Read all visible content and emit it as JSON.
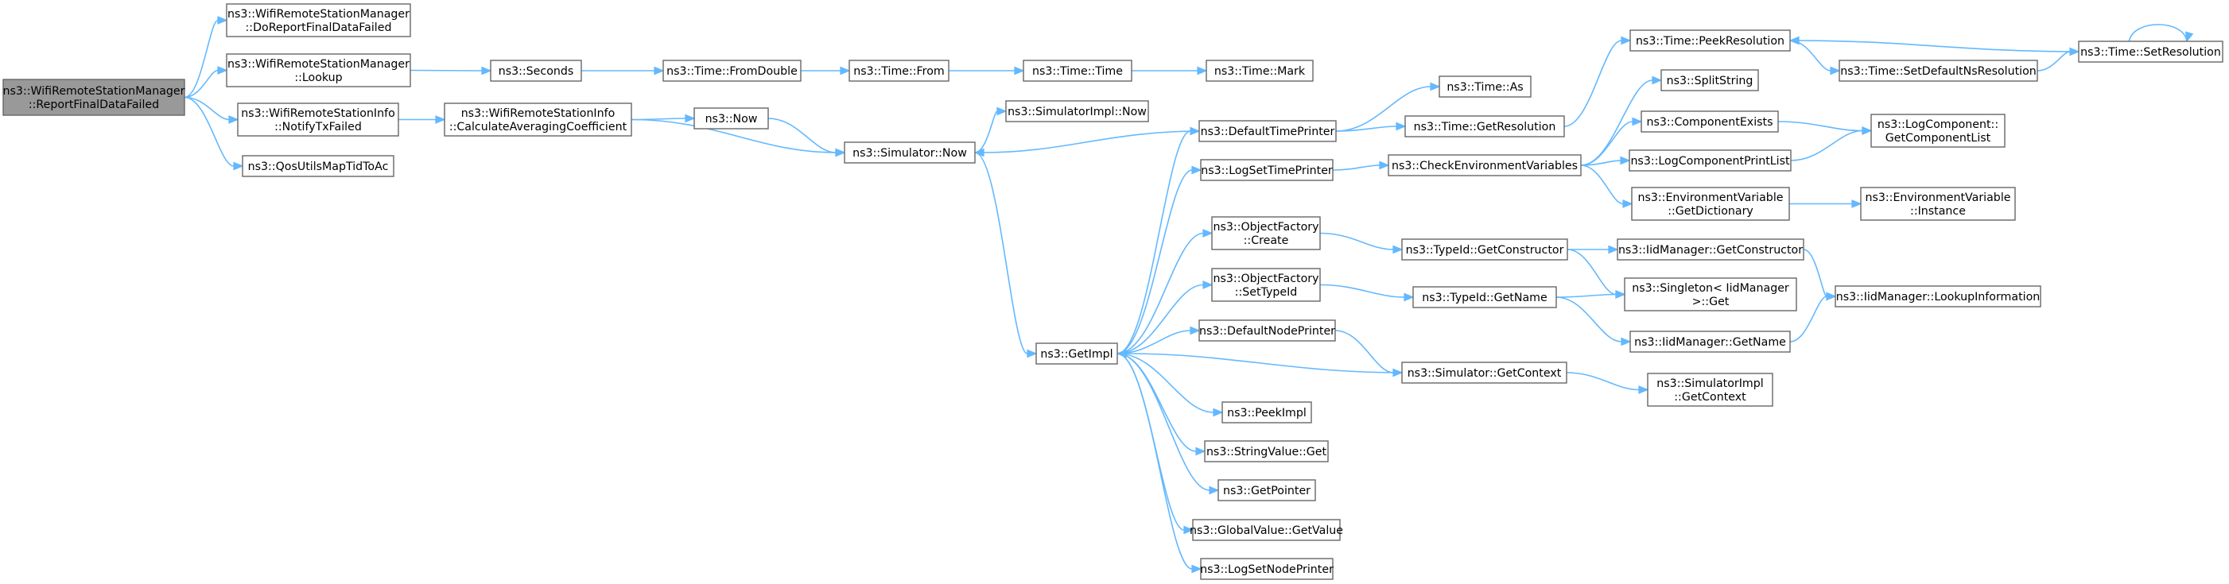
{
  "nodes": {
    "n0": [
      "ns3::WifiRemoteStationManager",
      "::ReportFinalDataFailed"
    ],
    "n1": [
      "ns3::WifiRemoteStationManager",
      "::DoReportFinalDataFailed"
    ],
    "n2": [
      "ns3::WifiRemoteStationManager",
      "::Lookup"
    ],
    "n3": [
      "ns3::WifiRemoteStationInfo",
      "::NotifyTxFailed"
    ],
    "n4": [
      "ns3::QosUtilsMapTidToAc"
    ],
    "n5": [
      "ns3::Seconds"
    ],
    "n6": [
      "ns3::Time::FromDouble"
    ],
    "n7": [
      "ns3::Time::From"
    ],
    "n8": [
      "ns3::Time::Time"
    ],
    "n9": [
      "ns3::Time::Mark"
    ],
    "n10": [
      "ns3::WifiRemoteStationInfo",
      "::CalculateAveragingCoefficient"
    ],
    "n11": [
      "ns3::Now"
    ],
    "n12": [
      "ns3::Simulator::Now"
    ],
    "n13": [
      "ns3::SimulatorImpl::Now"
    ],
    "n14": [
      "ns3::GetImpl"
    ],
    "n15": [
      "ns3::DefaultTimePrinter"
    ],
    "n16": [
      "ns3::LogSetTimePrinter"
    ],
    "n17": [
      "ns3::ObjectFactory",
      "::Create"
    ],
    "n18": [
      "ns3::ObjectFactory",
      "::SetTypeId"
    ],
    "n19": [
      "ns3::DefaultNodePrinter"
    ],
    "n20": [
      "ns3::PeekImpl"
    ],
    "n21": [
      "ns3::StringValue::Get"
    ],
    "n22": [
      "ns3::GetPointer"
    ],
    "n23": [
      "ns3::GlobalValue::GetValue"
    ],
    "n24": [
      "ns3::LogSetNodePrinter"
    ],
    "n25": [
      "ns3::Time::As"
    ],
    "n26": [
      "ns3::Time::GetResolution"
    ],
    "n27": [
      "ns3::CheckEnvironmentVariables"
    ],
    "n28": [
      "ns3::TypeId::GetConstructor"
    ],
    "n29": [
      "ns3::TypeId::GetName"
    ],
    "n30": [
      "ns3::Simulator::GetContext"
    ],
    "n31": [
      "ns3::Time::PeekResolution"
    ],
    "n32": [
      "ns3::SplitString"
    ],
    "n33": [
      "ns3::ComponentExists"
    ],
    "n34": [
      "ns3::LogComponentPrintList"
    ],
    "n35": [
      "ns3::EnvironmentVariable",
      "::GetDictionary"
    ],
    "n36": [
      "ns3::IidManager::GetConstructor"
    ],
    "n37": [
      "ns3::Singleton< IidManager",
      " >::Get"
    ],
    "n38": [
      "ns3::IidManager::GetName"
    ],
    "n39": [
      "ns3::SimulatorImpl",
      "::GetContext"
    ],
    "n40": [
      "ns3::Time::SetDefaultNsResolution"
    ],
    "n41": [
      "ns3::Time::SetResolution"
    ],
    "n42": [
      "ns3::LogComponent::",
      "GetComponentList"
    ],
    "n43": [
      "ns3::EnvironmentVariable",
      "::Instance"
    ],
    "n44": [
      "ns3::IidManager::LookupInformation"
    ]
  },
  "edges": [
    [
      "n0",
      "n1"
    ],
    [
      "n0",
      "n2"
    ],
    [
      "n0",
      "n3"
    ],
    [
      "n0",
      "n4"
    ],
    [
      "n2",
      "n5"
    ],
    [
      "n5",
      "n6"
    ],
    [
      "n6",
      "n7"
    ],
    [
      "n7",
      "n8"
    ],
    [
      "n8",
      "n9"
    ],
    [
      "n3",
      "n10"
    ],
    [
      "n10",
      "n11"
    ],
    [
      "n10",
      "n12"
    ],
    [
      "n11",
      "n12"
    ],
    [
      "n12",
      "n13"
    ],
    [
      "n12",
      "n14"
    ],
    [
      "n14",
      "n15"
    ],
    [
      "n14",
      "n16"
    ],
    [
      "n14",
      "n17"
    ],
    [
      "n14",
      "n18"
    ],
    [
      "n14",
      "n19"
    ],
    [
      "n14",
      "n20"
    ],
    [
      "n14",
      "n21"
    ],
    [
      "n14",
      "n22"
    ],
    [
      "n14",
      "n23"
    ],
    [
      "n14",
      "n24"
    ],
    [
      "n15",
      "n12"
    ],
    [
      "n15",
      "n25"
    ],
    [
      "n15",
      "n26"
    ],
    [
      "n26",
      "n31"
    ],
    [
      "n31",
      "n40"
    ],
    [
      "n40",
      "n41"
    ],
    [
      "n41",
      "n31"
    ],
    [
      "n41",
      "n41"
    ],
    [
      "n16",
      "n27"
    ],
    [
      "n27",
      "n32"
    ],
    [
      "n27",
      "n33"
    ],
    [
      "n27",
      "n34"
    ],
    [
      "n27",
      "n35"
    ],
    [
      "n33",
      "n42"
    ],
    [
      "n34",
      "n42"
    ],
    [
      "n35",
      "n43"
    ],
    [
      "n17",
      "n28"
    ],
    [
      "n28",
      "n36"
    ],
    [
      "n28",
      "n37"
    ],
    [
      "n36",
      "n44"
    ],
    [
      "n18",
      "n29"
    ],
    [
      "n29",
      "n37"
    ],
    [
      "n29",
      "n38"
    ],
    [
      "n38",
      "n44"
    ],
    [
      "n19",
      "n30"
    ],
    [
      "n30",
      "n14"
    ],
    [
      "n30",
      "n39"
    ]
  ],
  "colors": {
    "edge": "#63b8ff",
    "node_border": "#666666",
    "root_fill": "#999999",
    "node_fill": "#ffffff"
  }
}
